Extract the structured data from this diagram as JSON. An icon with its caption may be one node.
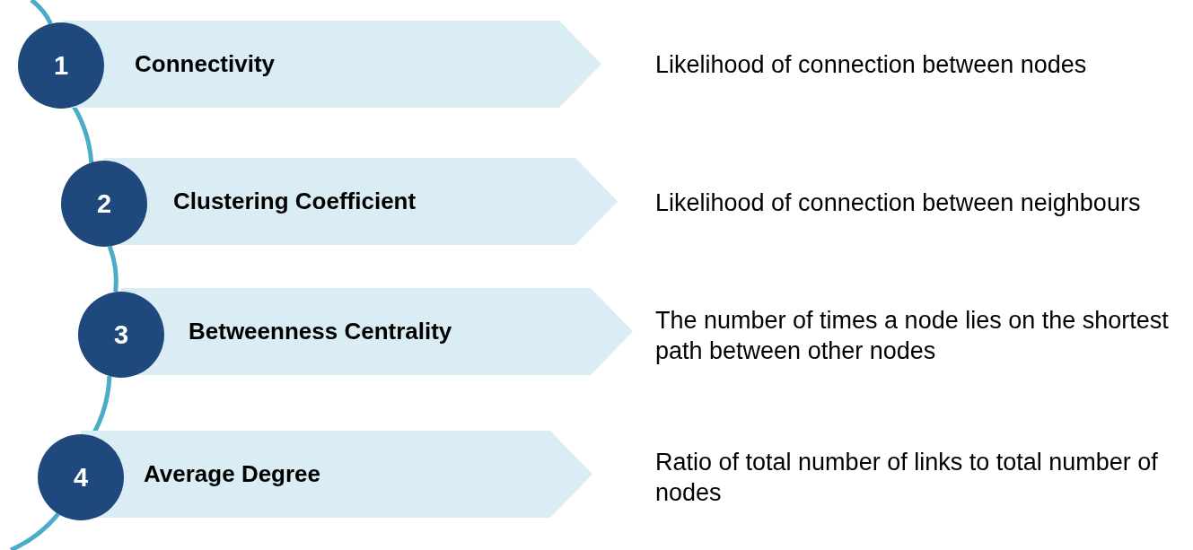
{
  "diagram": {
    "nodes": [
      {
        "text": [
          "1"
        ]
      },
      {
        "text": [
          "Connectivity"
        ],
        "beside": [
          "Likelihood of connection between nodes"
        ]
      },
      {
        "text": [
          "2"
        ]
      },
      {
        "text": [
          "Clustering Coefficient"
        ],
        "beside": [
          "Likelihood of connection between neighbours"
        ]
      },
      {
        "text": [
          "3"
        ]
      },
      {
        "text": [
          "Betweenness Centrality"
        ],
        "beside": [
          "The number of times a node lies on the shortest path between other nodes"
        ]
      },
      {
        "text": [
          "4"
        ]
      },
      {
        "text": [
          "Average Degree"
        ],
        "beside": [
          "Ratio of total number of links to total number of nodes"
        ]
      }
    ],
    "edges": [
      {
        "from": null,
        "to": 0,
        "arrow": "none"
      },
      {
        "from": 0,
        "to": 2,
        "arrow": "none"
      },
      {
        "from": 2,
        "to": 4,
        "arrow": "none"
      },
      {
        "from": 4,
        "to": 6,
        "arrow": "none"
      },
      {
        "from": 6,
        "to": null,
        "arrow": "none"
      }
    ]
  }
}
